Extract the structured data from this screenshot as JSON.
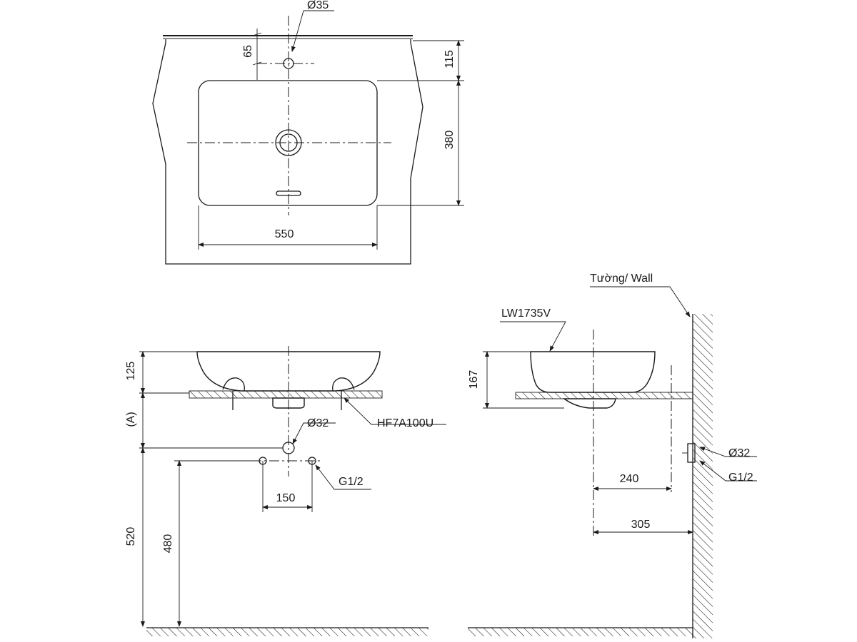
{
  "top_view": {
    "hole_diameter": "Ø35",
    "dim_hole_offset": "65",
    "dim_top_gap": "115",
    "dim_bowl_depth": "380",
    "dim_bowl_width": "550"
  },
  "front_view": {
    "dim_bowl_height": "125",
    "dim_a": "(A)",
    "drain_diameter": "Ø32",
    "drain_model": "HF7A100U",
    "supply_thread": "G1/2",
    "dim_supply_spacing": "150",
    "dim_drain_height": "520",
    "dim_supply_height": "480"
  },
  "side_view": {
    "wall_label": "Tường/ Wall",
    "basin_model": "LW1735V",
    "dim_height": "167",
    "drain_diameter": "Ø32",
    "supply_thread": "G1/2",
    "dim_240": "240",
    "dim_305": "305"
  }
}
